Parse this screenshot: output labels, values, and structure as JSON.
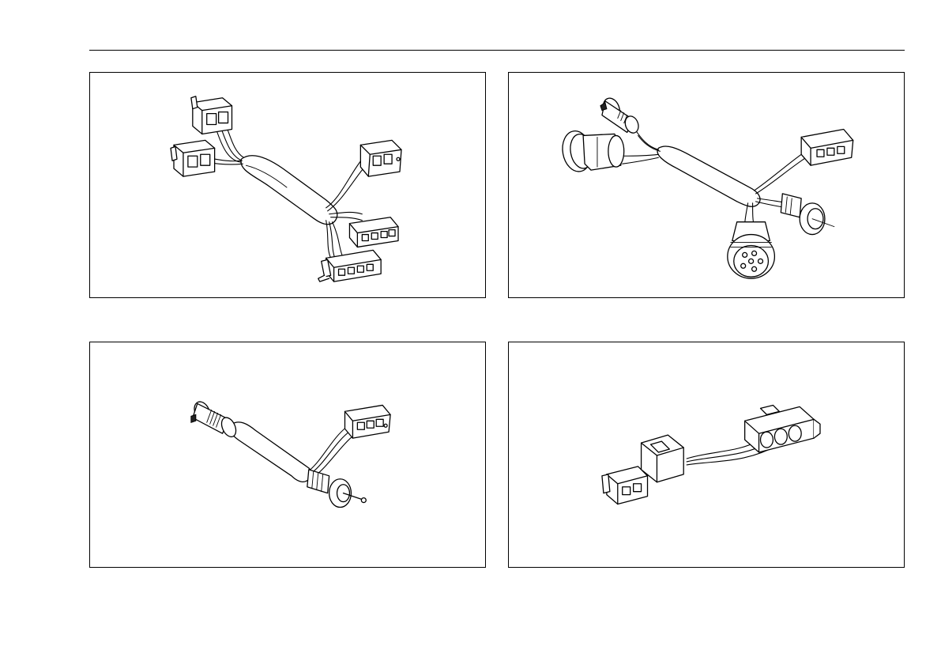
{
  "figures": [
    {
      "icon": "harness-five-connector-illustration"
    },
    {
      "icon": "harness-round-connector-illustration"
    },
    {
      "icon": "adapter-cable-round-to-flat-illustration"
    },
    {
      "icon": "adapter-short-flat-connector-illustration"
    }
  ]
}
